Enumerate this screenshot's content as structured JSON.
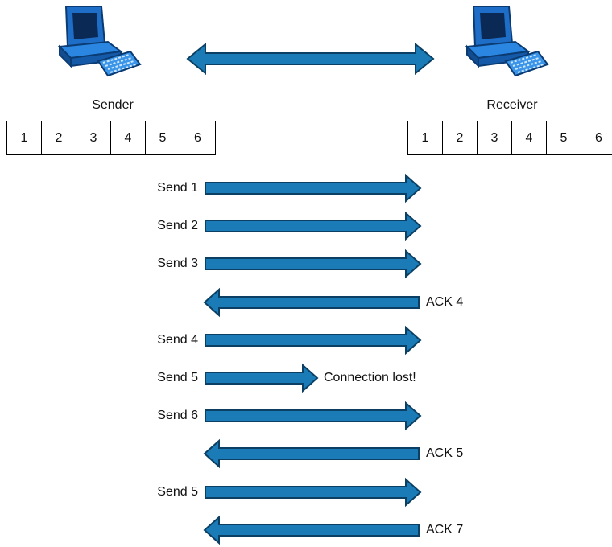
{
  "sender": {
    "label": "Sender",
    "buffer": [
      "1",
      "2",
      "3",
      "4",
      "5",
      "6"
    ]
  },
  "receiver": {
    "label": "Receiver",
    "buffer": [
      "1",
      "2",
      "3",
      "4",
      "5",
      "6"
    ]
  },
  "colors": {
    "arrow_fill": "#1a7bb6",
    "arrow_stroke": "#0b3f63",
    "computer_blue": "#1e6ec8"
  },
  "steps": [
    {
      "label": "Send 1",
      "direction": "to-receiver"
    },
    {
      "label": "Send 2",
      "direction": "to-receiver"
    },
    {
      "label": "Send 3",
      "direction": "to-receiver"
    },
    {
      "label": "ACK 4",
      "direction": "to-sender"
    },
    {
      "label": "Send 4",
      "direction": "to-receiver"
    },
    {
      "label": "Send 5",
      "direction": "lost",
      "note": "Connection lost!"
    },
    {
      "label": "Send 6",
      "direction": "to-receiver"
    },
    {
      "label": "ACK 5",
      "direction": "to-sender"
    },
    {
      "label": "Send 5",
      "direction": "to-receiver"
    },
    {
      "label": "ACK 7",
      "direction": "to-sender"
    }
  ]
}
